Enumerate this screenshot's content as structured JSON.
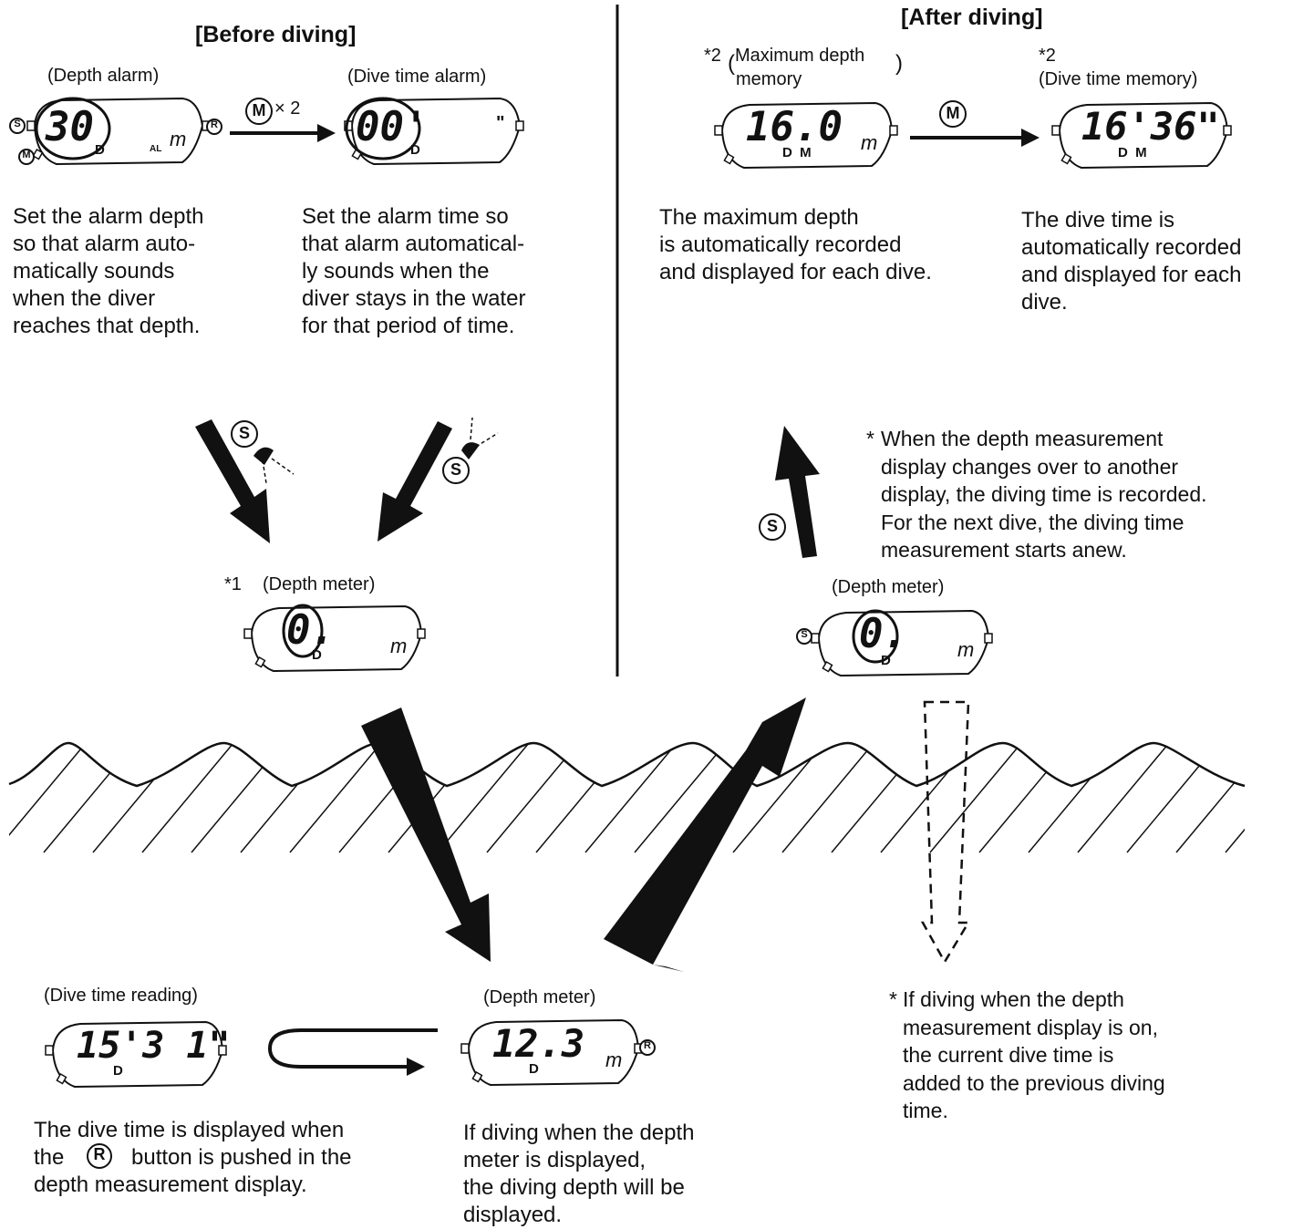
{
  "sections": {
    "before_title": "[Before diving]",
    "after_title": "[After diving]"
  },
  "labels": {
    "depth_alarm": "(Depth alarm)",
    "dive_time_alarm": "(Dive time alarm)",
    "max_depth_marker": "*2",
    "max_depth_line1": "Maximum depth",
    "max_depth_line2": "memory",
    "dive_time_memory_marker": "*2",
    "dive_time_memory": "(Dive time memory)",
    "depth_meter_1_marker": "*1",
    "depth_meter_1": "(Depth meter)",
    "depth_meter_2": "(Depth meter)",
    "dive_time_reading": "(Dive time reading)",
    "depth_meter_3": "(Depth meter)",
    "m_x2": "× 2"
  },
  "buttons": {
    "s": "S",
    "m": "M",
    "r": "R"
  },
  "displays": {
    "depth_alarm": {
      "value": "30",
      "sub": "D",
      "unit": "m",
      "al": "AL"
    },
    "dive_time_alarm": {
      "value": "00'",
      "sub": "D",
      "unit": "\""
    },
    "max_depth": {
      "value": "16.0",
      "sub": "D  M",
      "unit": "m"
    },
    "dive_time_memory": {
      "value": "16'36\"",
      "sub": "D  M"
    },
    "depth_meter_1": {
      "value": "0.",
      "sub": "D",
      "unit": "m"
    },
    "depth_meter_2": {
      "value": "0.",
      "sub": "D",
      "unit": "m"
    },
    "dive_time_reading": {
      "value": "15'3 1\"",
      "sub": "D"
    },
    "depth_meter_3": {
      "value": "12.3",
      "sub": "D",
      "unit": "m"
    }
  },
  "texts": {
    "set_alarm_depth": "Set the alarm depth\nso that alarm auto-\nmatically sounds\nwhen the diver\nreaches that depth.",
    "set_alarm_time": "Set the alarm time so\nthat alarm automatical-\nly sounds when the\ndiver stays in the water\nfor that period of time.",
    "max_depth_desc": "The maximum depth\nis automatically recorded\nand displayed for each dive.",
    "dive_time_desc": "The dive time is\nautomatically recorded\nand displayed for each\ndive.",
    "note_star": "*",
    "note_depth_change": "When the depth measurement\ndisplay changes over to another\ndisplay, the diving time is recorded.\nFor the next dive, the diving time\nmeasurement starts anew.",
    "note_diving_on": "If diving when the depth\nmeasurement display is on,\nthe current dive time is\nadded to the previous diving\ntime.",
    "dive_time_displayed_pre": "The dive time is displayed when\nthe",
    "dive_time_displayed_post": "button is pushed in the",
    "dive_time_displayed_line3": "depth measurement display.",
    "diving_depth_desc": "If diving when the depth\nmeter is displayed,\nthe diving depth will be\ndisplayed."
  }
}
